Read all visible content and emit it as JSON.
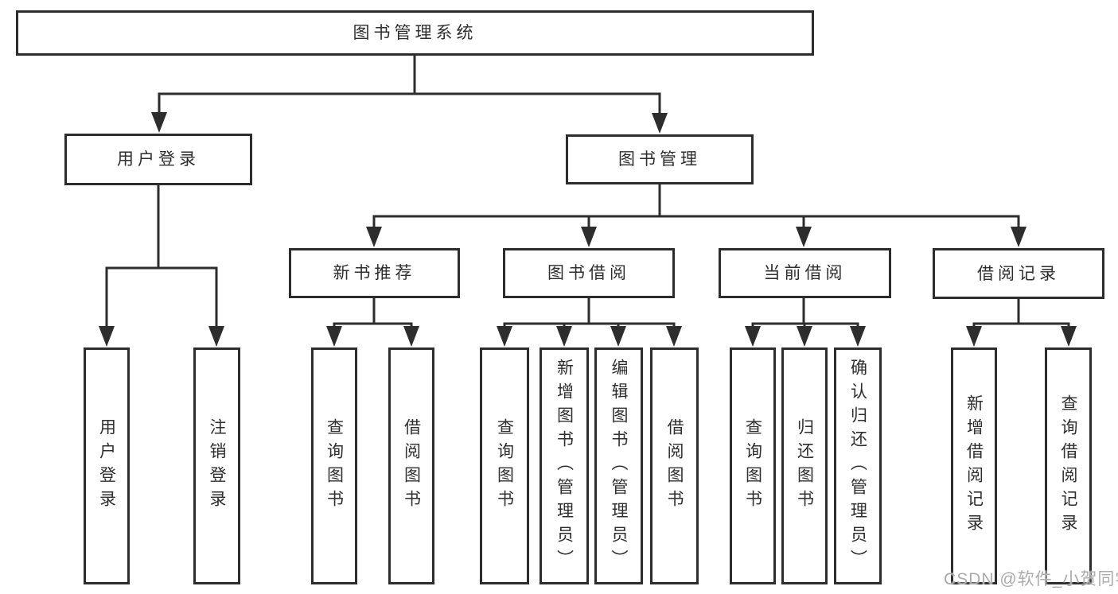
{
  "diagram": {
    "tree": {
      "root": {
        "label": "图书管理系统"
      },
      "branches": [
        {
          "label": "用户登录",
          "leaves": [
            {
              "label": "用户登录"
            },
            {
              "label": "注销登录"
            }
          ]
        },
        {
          "label": "图书管理",
          "sections": [
            {
              "label": "新书推荐",
              "leaves": [
                {
                  "label": "查询图书"
                },
                {
                  "label": "借阅图书"
                }
              ]
            },
            {
              "label": "图书借阅",
              "leaves": [
                {
                  "label": "查询图书"
                },
                {
                  "label": "新增图书（管理员）"
                },
                {
                  "label": "编辑图书（管理员）"
                },
                {
                  "label": "借阅图书"
                }
              ]
            },
            {
              "label": "当前借阅",
              "leaves": [
                {
                  "label": "查询图书"
                },
                {
                  "label": "归还图书"
                },
                {
                  "label": "确认归还（管理员）"
                }
              ]
            },
            {
              "label": "借阅记录",
              "leaves": [
                {
                  "label": "新增借阅记录"
                },
                {
                  "label": "查询借阅记录"
                }
              ]
            }
          ]
        }
      ]
    },
    "colors": {
      "line": "#2d2d2d",
      "box_background": "#ffffff",
      "text": "#2e2e2e"
    }
  },
  "watermark": {
    "text": "CSDN @软件_小贺同学",
    "color": "#ababab"
  }
}
